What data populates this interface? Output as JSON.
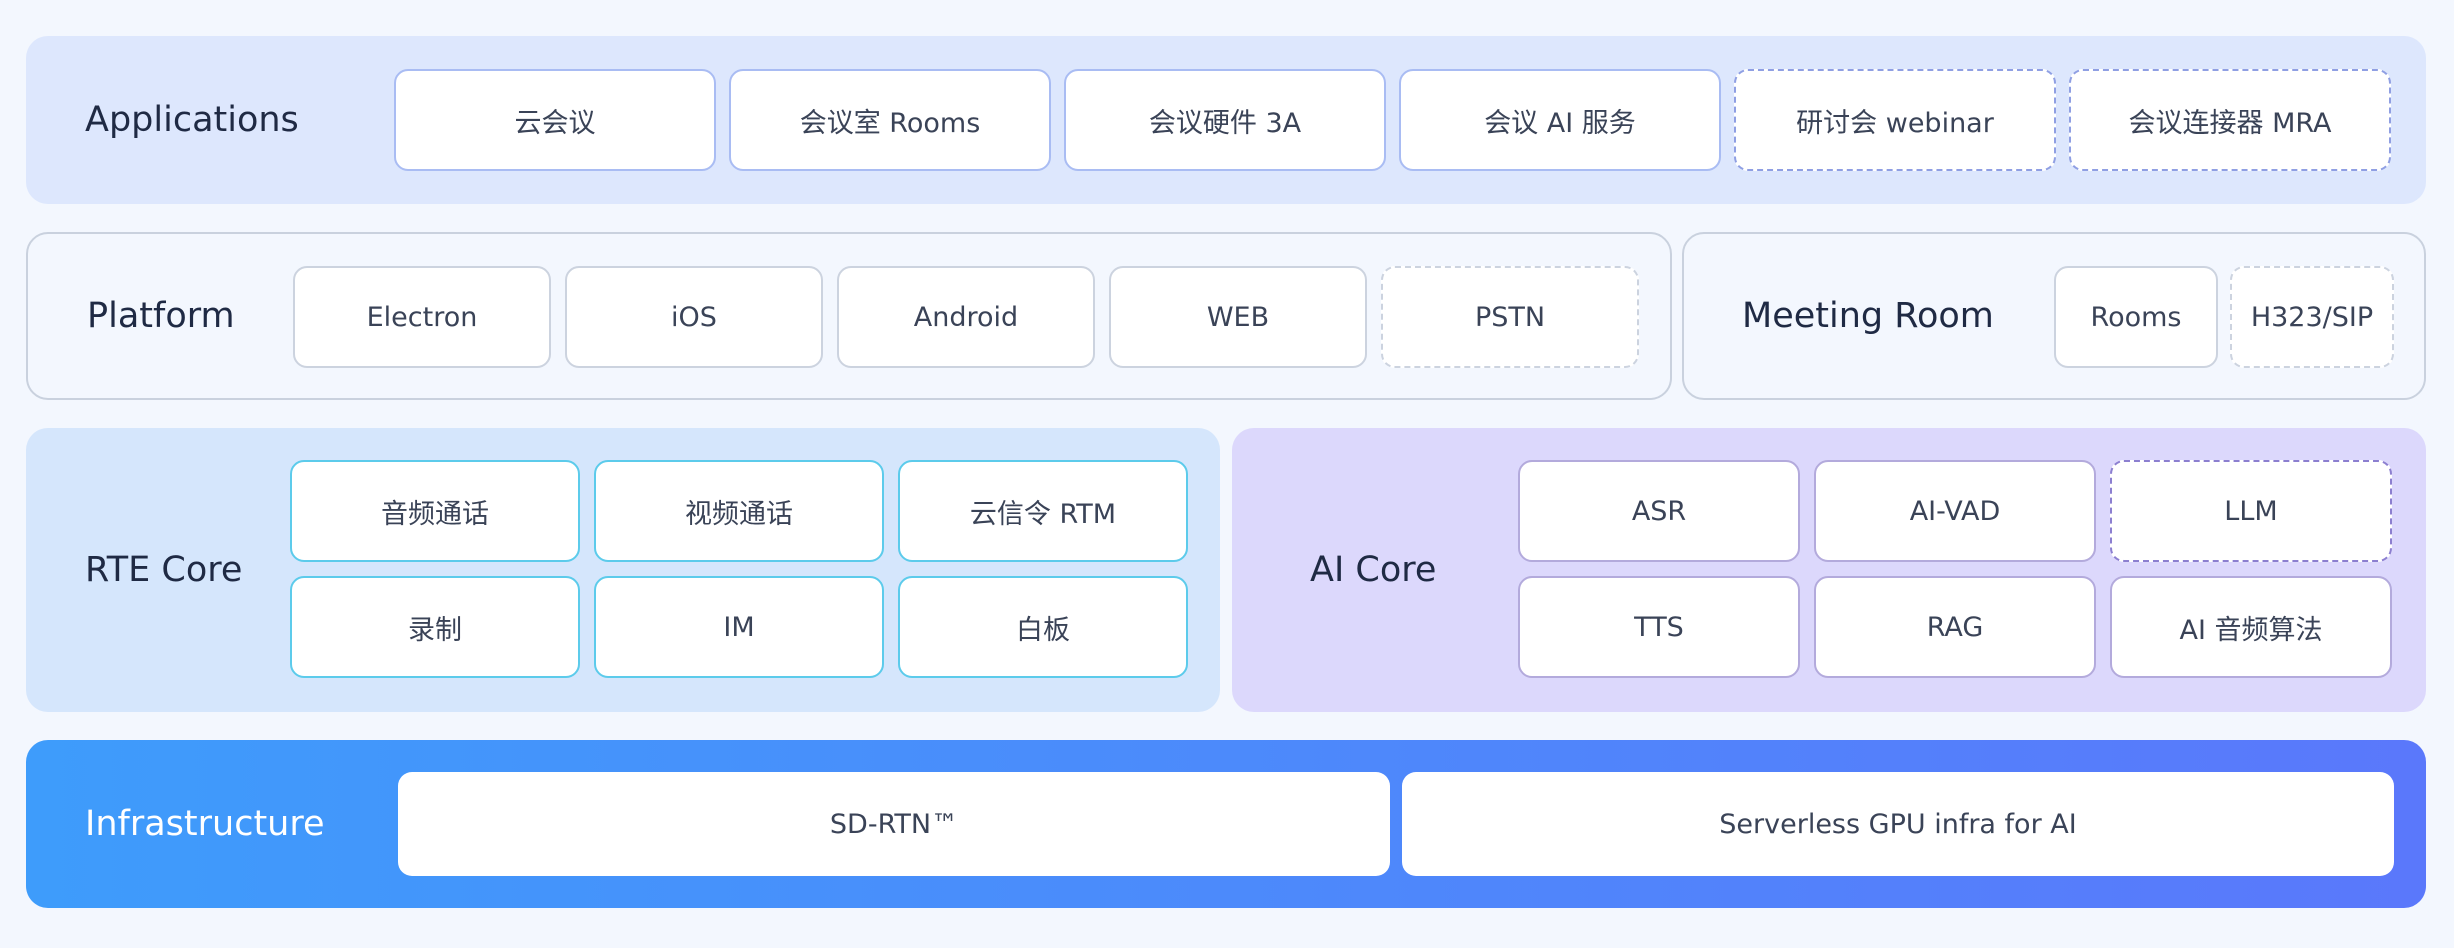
{
  "applications": {
    "label": "Applications",
    "items": [
      "云会议",
      "会议室 Rooms",
      "会议硬件 3A",
      "会议 AI 服务",
      "研讨会 webinar",
      "会议连接器 MRA"
    ]
  },
  "platform": {
    "label": "Platform",
    "items": [
      "Electron",
      "iOS",
      "Android",
      "WEB",
      "PSTN"
    ]
  },
  "meeting_room": {
    "label": "Meeting Room",
    "items": [
      "Rooms",
      "H323/SIP"
    ]
  },
  "rte_core": {
    "label": "RTE Core",
    "items": [
      "音频通话",
      "视频通话",
      "云信令 RTM",
      "录制",
      "IM",
      "白板"
    ]
  },
  "ai_core": {
    "label": "AI Core",
    "items": [
      "ASR",
      "AI-VAD",
      "LLM",
      "TTS",
      "RAG",
      "AI 音频算法"
    ]
  },
  "infrastructure": {
    "label": "Infrastructure",
    "items": [
      "SD-RTN™",
      "Serverless GPU infra for AI"
    ]
  },
  "colors": {
    "infra_gradient_start": "#3e9cfb",
    "infra_gradient_end": "#5a78fb",
    "applications_bg": "#dde7fd",
    "rte_bg": "#d5e6fc",
    "ai_bg": "#dcd8fc"
  }
}
